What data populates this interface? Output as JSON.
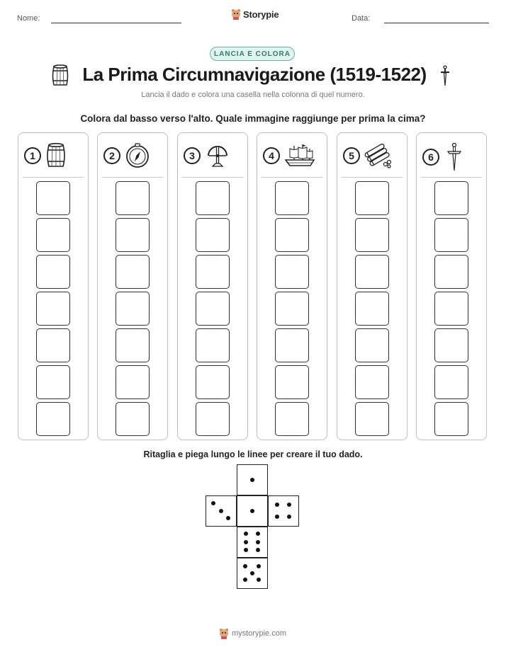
{
  "header": {
    "name_label": "Nome:",
    "brand_name": "Storypie",
    "date_label": "Data:"
  },
  "badge": "LANCIA E COLORA",
  "title": "La Prima Circumnavigazione (1519-1522)",
  "subtitle": "Lancia il dado e colora una casella nella colonna di quel numero.",
  "instruction": "Colora dal basso verso l'alto. Quale immagine raggiunge per prima la cima?",
  "columns": [
    {
      "number": "1",
      "icon": "barrel-icon",
      "boxes": 7
    },
    {
      "number": "2",
      "icon": "compass-icon",
      "boxes": 7
    },
    {
      "number": "3",
      "icon": "astrolabe-icon",
      "boxes": 7
    },
    {
      "number": "4",
      "icon": "galleon-ship-icon",
      "boxes": 7
    },
    {
      "number": "5",
      "icon": "cinnamon-spice-icon",
      "boxes": 7
    },
    {
      "number": "6",
      "icon": "sword-icon",
      "boxes": 7
    }
  ],
  "die_instruction": "Ritaglia e piega lungo le linee per creare il tuo dado.",
  "die_faces": [
    1,
    3,
    1,
    4,
    6,
    5
  ],
  "footer": "mystorypie.com",
  "colors": {
    "accent": "#5bb8a4",
    "badge_bg": "#e3f4ef",
    "badge_text": "#2d7f6d",
    "column_border": "#b9bfcc"
  }
}
